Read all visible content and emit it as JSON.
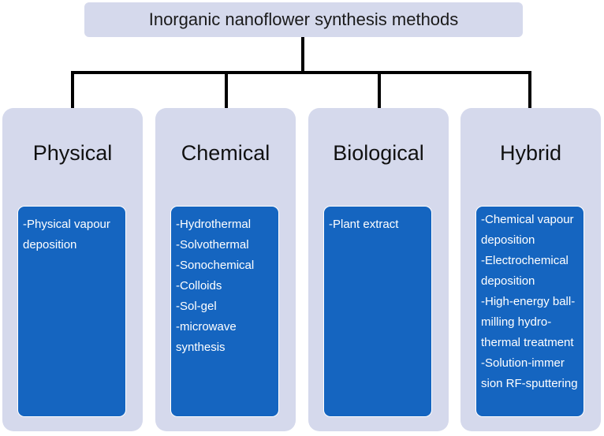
{
  "root": {
    "title": "Inorganic nanoflower synthesis methods"
  },
  "columns": [
    {
      "title": "Physical",
      "items": [
        "-Physical vapour",
        "deposition"
      ]
    },
    {
      "title": "Chemical",
      "items": [
        "-Hydrothermal",
        "-Solvothermal",
        "-Sonochemical",
        "-Colloids",
        "-Sol-gel",
        "-microwave",
        "synthesis"
      ]
    },
    {
      "title": "Biological",
      "items": [
        "-Plant extract"
      ]
    },
    {
      "title": "Hybrid",
      "items": [
        "-Chemical vapour",
        "deposition",
        "-Electrochemical",
        "deposition",
        "-High-energy ball-",
        "milling hydro-",
        "thermal treatment",
        "-Solution-immer",
        "sion RF-sputtering"
      ]
    }
  ],
  "colors": {
    "box_fill": "#d5d9ec",
    "inner_fill": "#1565c0",
    "connector": "#000000"
  }
}
